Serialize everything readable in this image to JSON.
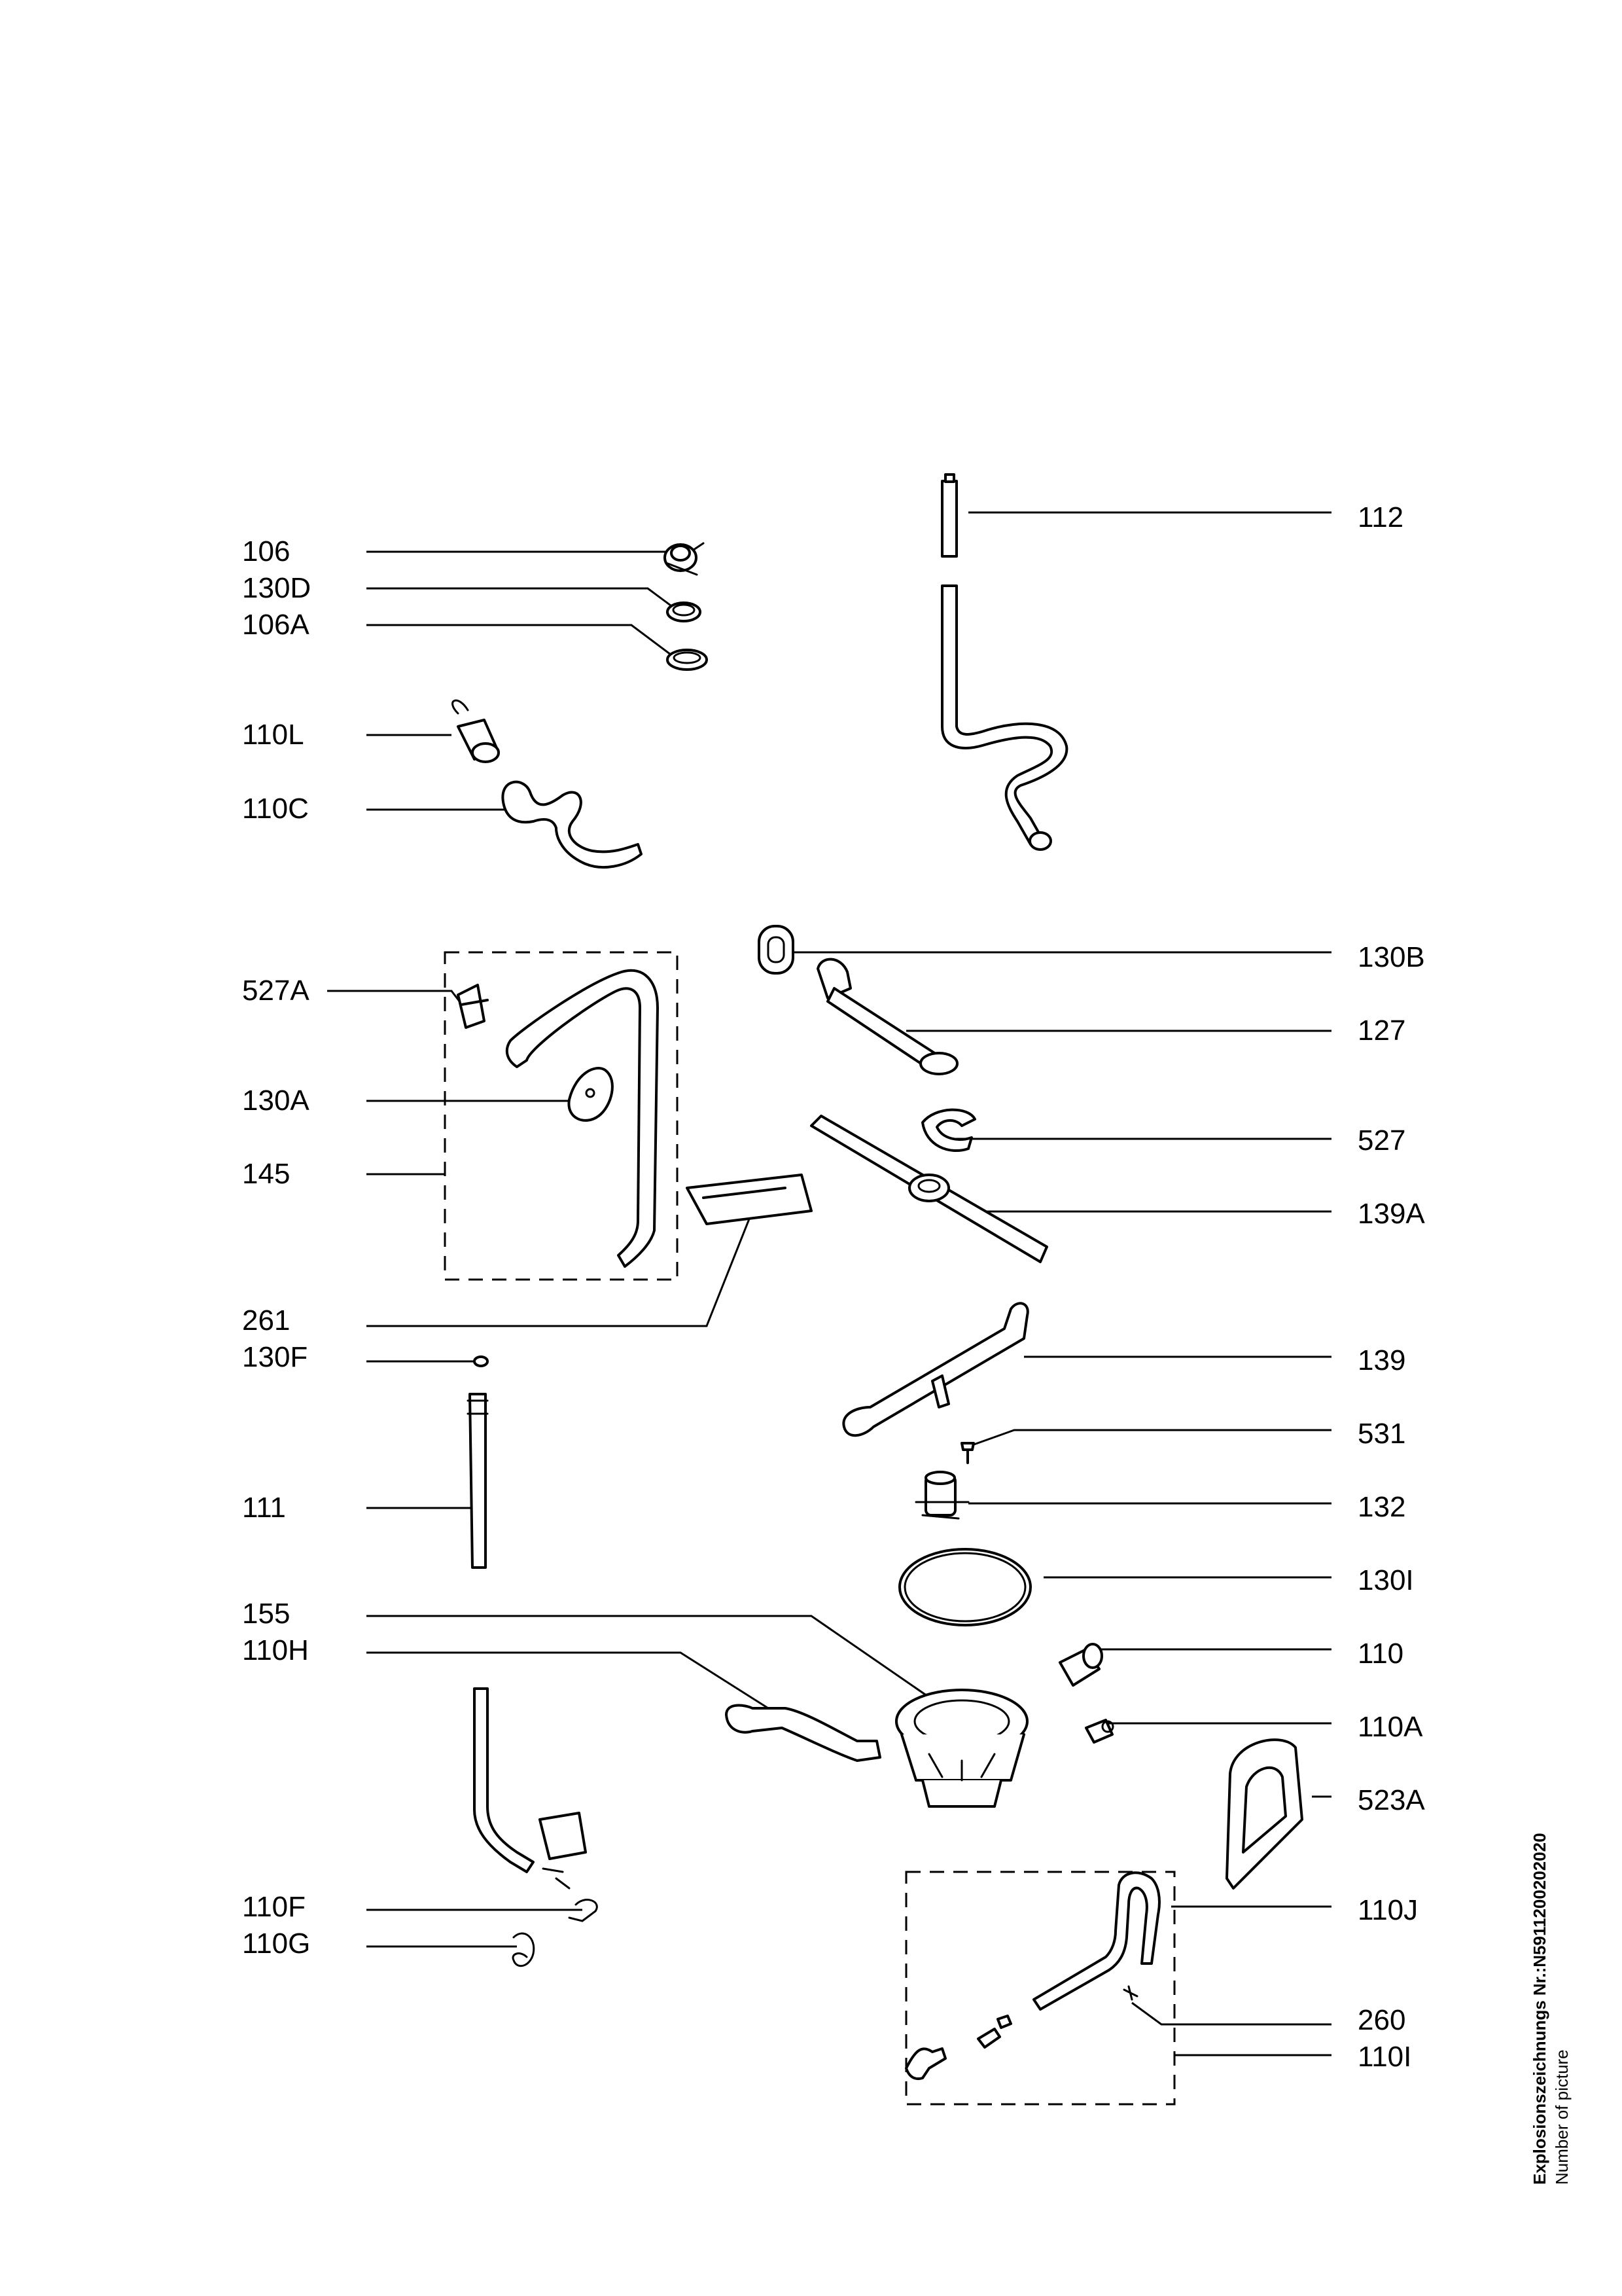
{
  "labels": {
    "l106": "106",
    "l130D": "130D",
    "l106A": "106A",
    "l110L": "110L",
    "l110C": "110C",
    "l527A": "527A",
    "l130A": "130A",
    "l145": "145",
    "l261": "261",
    "l130F": "130F",
    "l111": "111",
    "l155": "155",
    "l110H": "110H",
    "l110F": "110F",
    "l110G": "110G",
    "l112": "112",
    "l130B": "130B",
    "l127": "127",
    "l527": "527",
    "l139A": "139A",
    "l139": "139",
    "l531": "531",
    "l132": "132",
    "l130I": "130I",
    "l110": "110",
    "l110A": "110A",
    "l523A": "523A",
    "l110J": "110J",
    "l260": "260",
    "l110I": "110I"
  },
  "footer": {
    "title": "Explosionszeichnungs Nr.:N5911200202020",
    "subtitle": "Number of picture"
  }
}
